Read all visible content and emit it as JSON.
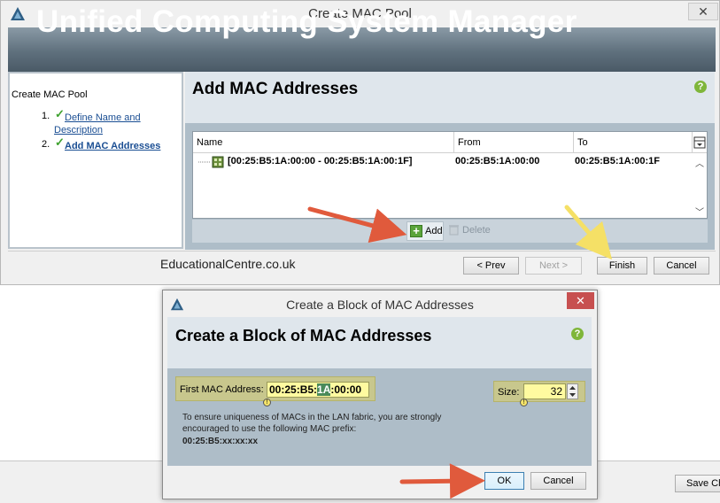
{
  "main_window": {
    "title": "Create MAC Pool",
    "close_label": "✕",
    "banner_title": "Unified Computing System Manager",
    "wizard": {
      "title": "Create MAC Pool",
      "steps": [
        {
          "number": "1.",
          "label_line1": "Define Name and",
          "label_line2": "Description"
        },
        {
          "number": "2.",
          "label": "Add MAC Addresses"
        }
      ]
    },
    "section_title": "Add MAC Addresses",
    "help_label": "?",
    "table": {
      "columns": [
        "Name",
        "From",
        "To"
      ],
      "rows": [
        {
          "name": "[00:25:B5:1A:00:00 - 00:25:B5:1A:00:1F]",
          "from": "00:25:B5:1A:00:00",
          "to": "00:25:B5:1A:00:1F"
        }
      ]
    },
    "actions": {
      "add": "Add",
      "delete": "Delete"
    },
    "watermark": "EducationalCentre.co.uk",
    "buttons": {
      "prev": "< Prev",
      "next": "Next >",
      "finish": "Finish",
      "cancel": "Cancel"
    }
  },
  "background_window": {
    "button_partial": "Save Ch"
  },
  "dialog": {
    "title": "Create a Block of MAC Addresses",
    "close_label": "✕",
    "heading": "Create a Block of MAC Addresses",
    "help_label": "?",
    "first_mac_label": "First MAC Address:",
    "first_mac_prefix": "00:25:B5:",
    "first_mac_selected": "1A",
    "first_mac_suffix": ":00:00",
    "size_label": "Size:",
    "size_value": "32",
    "notice_line1": "To ensure uniqueness of MACs in the LAN fabric, you are strongly",
    "notice_line2": "encouraged to use the following MAC prefix:",
    "prefix": "00:25:B5:xx:xx:xx",
    "ok_label": "OK",
    "cancel_label": "Cancel"
  },
  "colors": {
    "banner": "#5f707d",
    "accent_green": "#3fa22f",
    "highlight_yellow": "#fffaa0",
    "annotation_red": "#e05a3c",
    "annotation_yellow": "#f5e066",
    "dialog_close": "#c75050"
  },
  "icons": [
    "app-logo-icon",
    "close-icon",
    "check-icon",
    "help-icon",
    "add-icon",
    "trash-icon",
    "tree-node-icon",
    "column-chooser-icon",
    "warning-icon",
    "spinner-up-icon",
    "spinner-down-icon"
  ]
}
